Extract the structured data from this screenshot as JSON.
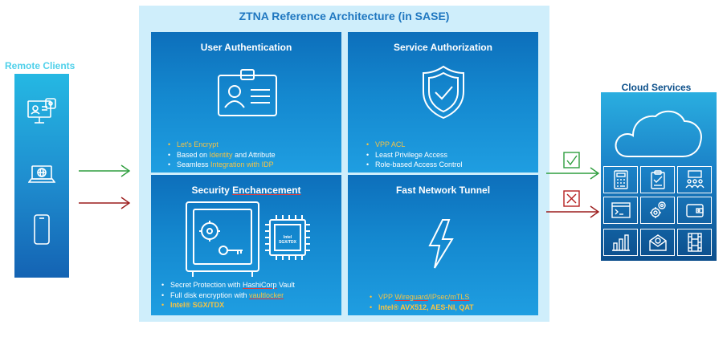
{
  "title": "ZTNA Reference Architecture (in SASE)",
  "remote_clients": {
    "title": "Remote Clients",
    "icons": [
      "monitor-id-icon",
      "laptop-globe-icon",
      "smartphone-icon"
    ]
  },
  "cloud_services": {
    "title": "Cloud Services",
    "icons": [
      "cloud-icon",
      "calculator-icon",
      "clipboard-icon",
      "presentation-people-icon",
      "terminal-icon",
      "gears-icon",
      "wallet-icon",
      "bar-chart-icon",
      "email-icon",
      "film-icon"
    ]
  },
  "arrows": {
    "allowed_symbol": "check-box-icon",
    "denied_symbol": "x-box-icon"
  },
  "quadrants": {
    "user_auth": {
      "title": "User Authentication",
      "icon": "id-badge-icon",
      "b1": "Let's Encrypt",
      "b2_pre": "Based on ",
      "b2_hl": "Identity",
      "b2_post": " and Attribute",
      "b3_pre": "Seamless ",
      "b3_hl": "Integration with IDP"
    },
    "service_auth": {
      "title": "Service Authorization",
      "icon": "shield-check-icon",
      "b1": "VPP ACL",
      "b2": "Least Privilege Access",
      "b3": "Role-based Access Control"
    },
    "security": {
      "title_pre": "Security ",
      "title_ul": "Enchancement",
      "icon": "safe-chip-icon",
      "chip_line1": "Intel",
      "chip_line2": "SGX/TDX",
      "b1_pre": "Secret Protection with ",
      "b1_ul": "HashiCorp",
      "b1_post": " Vault",
      "b2_pre": "Full disk encryption with ",
      "b2_ul": "vaultlocker",
      "b3": "Intel® SGX/TDX"
    },
    "tunnel": {
      "title": "Fast Network Tunnel",
      "icon": "lightning-icon",
      "b1_pre": "VPP ",
      "b1_ul1": "Wireguard",
      "b1_mid": "/IPsec/",
      "b1_ul2": "mTLS",
      "b2": "Intel® AVX512, AES-NI, QAT"
    }
  },
  "colors": {
    "allowed_arrow": "#2e9e3e",
    "denied_arrow": "#9b1b1b",
    "highlight": "#f7c343",
    "ztna_bg": "#cfeefb"
  }
}
